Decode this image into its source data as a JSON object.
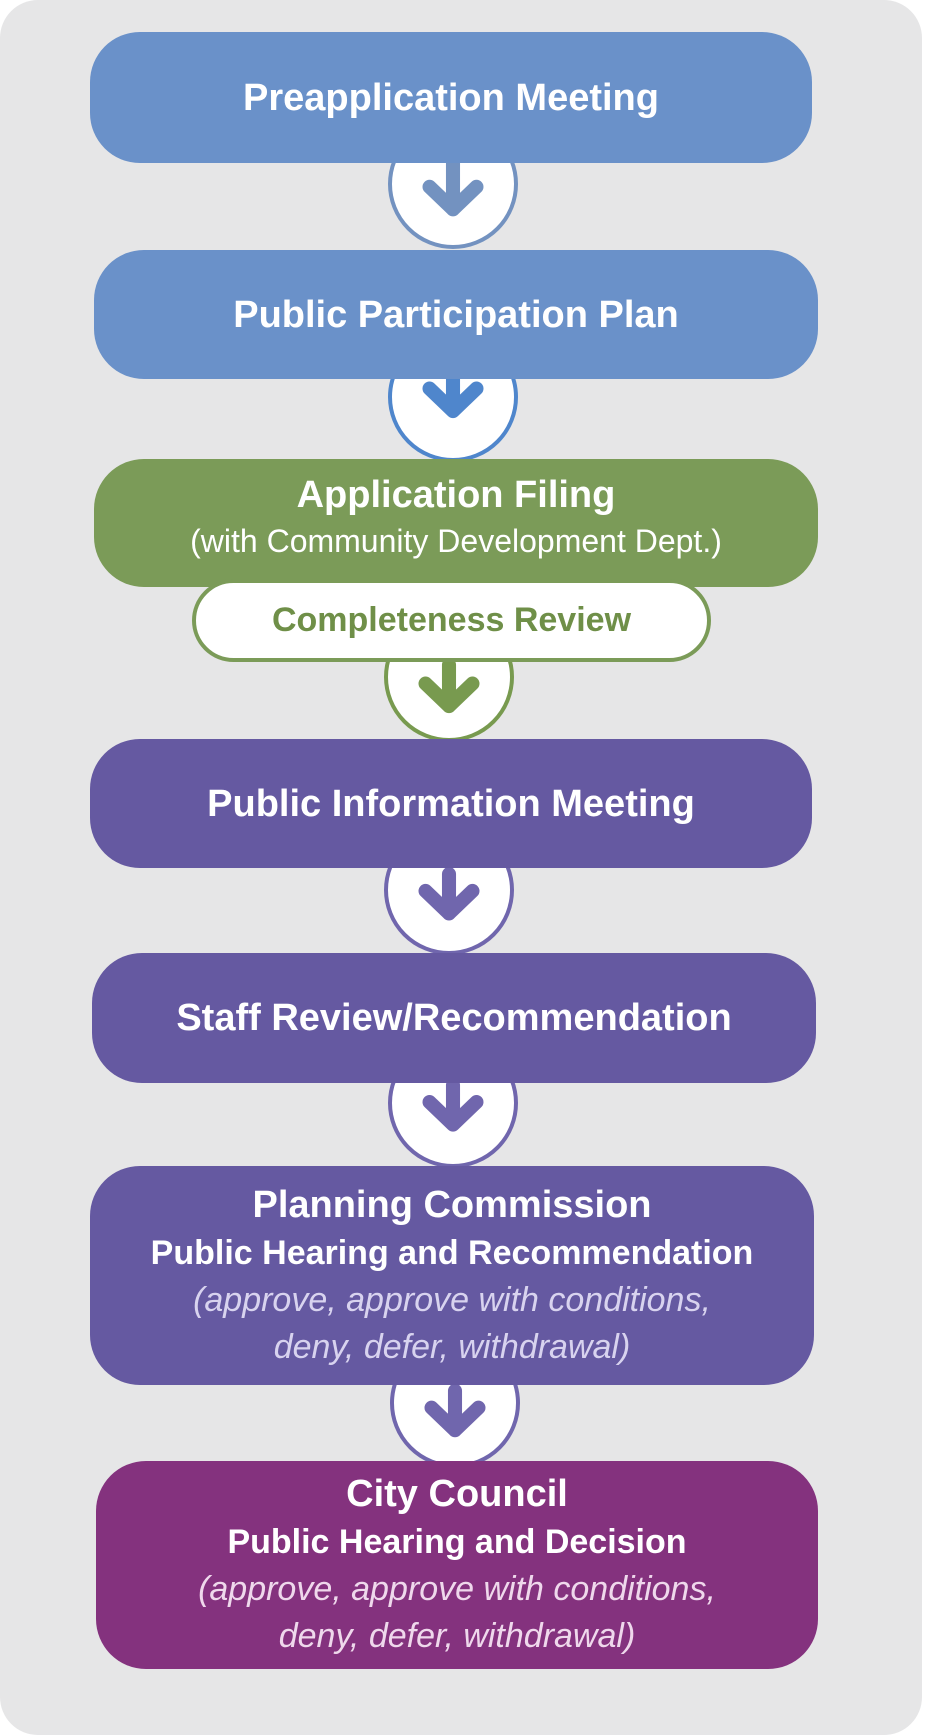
{
  "steps": [
    {
      "title": "Preapplication Meeting"
    },
    {
      "title": "Public Participation Plan"
    },
    {
      "title": "Application Filing",
      "subtitle": "(with Community Development Dept.)",
      "review": "Completeness Review"
    },
    {
      "title": "Public Information Meeting"
    },
    {
      "title": "Staff Review/Recommendation"
    },
    {
      "title": "Planning Commission",
      "subtitle": "Public Hearing and Recommendation",
      "options_1": "(approve, approve with conditions,",
      "options_2": "deny, defer, withdrawal)"
    },
    {
      "title": "City Council",
      "subtitle": "Public Hearing and  Decision",
      "options_1": "(approve, approve with conditions,",
      "options_2": "deny, defer, withdrawal)"
    }
  ],
  "colors": {
    "background": "#e6e6e7",
    "blue": "#6a91c9",
    "green": "#7b9b58",
    "purple": "#6559a1",
    "magenta": "#84327e",
    "arrow_blue_1": "#7392c0",
    "arrow_blue_2": "#4f86cc",
    "arrow_green": "#789a4f",
    "arrow_purple": "#7066ad"
  },
  "icons": [
    "arrow-down-icon"
  ]
}
